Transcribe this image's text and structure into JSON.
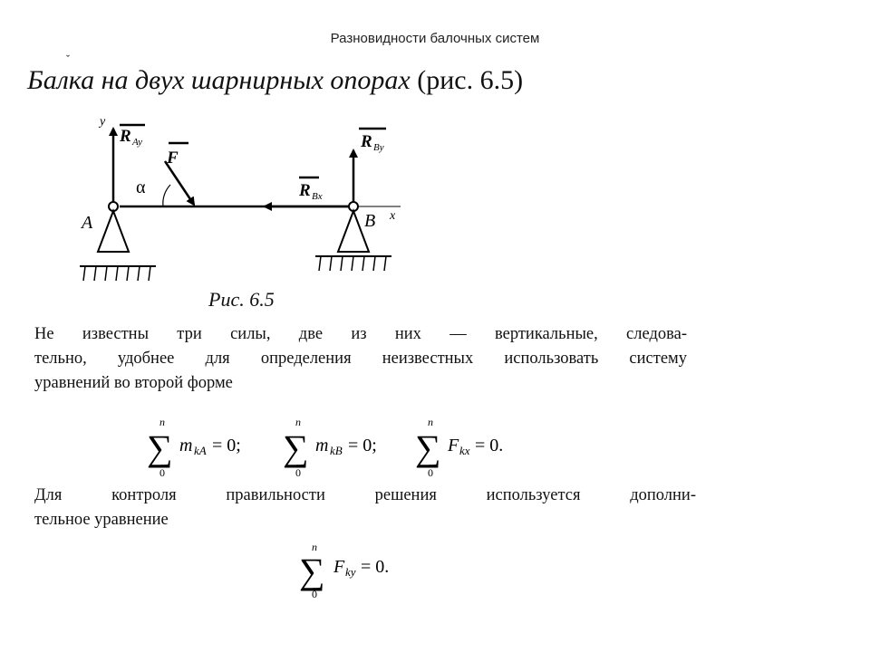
{
  "slide": {
    "header": "Разновидности балочных систем",
    "tick_mark": "ˇ",
    "section_title_italic": "Балка на двух шарнирных опорах",
    "section_title_ref": " (рис. 6.5)"
  },
  "diagram": {
    "labels": {
      "y_axis": "y",
      "x_axis": "x",
      "support_a": "A",
      "support_b": "B",
      "angle": "α",
      "force_f": "F",
      "r_ay": "R",
      "r_ay_sub": "Ay",
      "r_by": "R",
      "r_by_sub": "By",
      "r_bx": "R",
      "r_bx_sub": "Bx"
    },
    "caption": "Рис. 6.5"
  },
  "text": {
    "para1_lines": [
      "Не известны три силы, две из них — вертикальные, следова-",
      "тельно, удобнее для определения неизвестных использовать систему",
      "уравнений во второй форме"
    ],
    "para2_lines": [
      "Для контроля правильности решения используется дополни-",
      "тельное уравнение"
    ]
  },
  "equations": {
    "sum_top": "n",
    "sum_bottom": "0",
    "eq1": {
      "var": "m",
      "sub": "kA",
      "rhs": " = 0;"
    },
    "eq2": {
      "var": "m",
      "sub": "kB",
      "rhs": " = 0;"
    },
    "eq3": {
      "var": "F",
      "sub": "kx",
      "rhs": " = 0."
    },
    "eq4": {
      "var": "F",
      "sub": "ky",
      "rhs": " = 0."
    }
  }
}
